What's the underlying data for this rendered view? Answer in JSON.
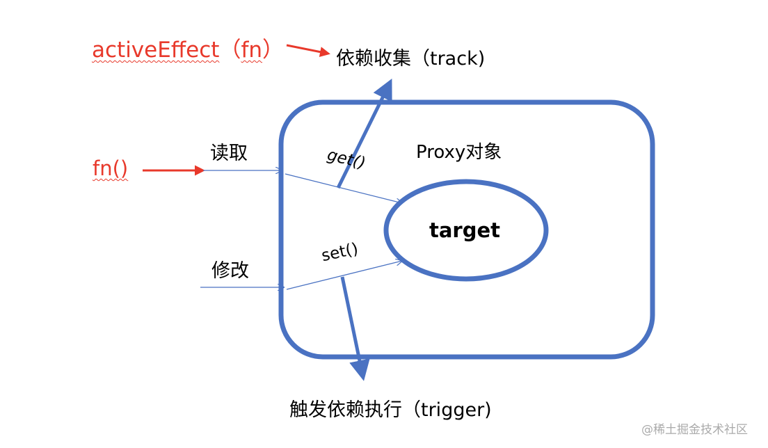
{
  "labels": {
    "active_effect_prefix": "activeEffect",
    "active_effect_open": "（",
    "active_effect_arg": "fn",
    "active_effect_close": "）",
    "track": "依赖收集（track)",
    "fn_call": "fn()",
    "read": "读取",
    "modify": "修改",
    "get": "get()",
    "set": "set()",
    "proxy": "Proxy对象",
    "target": "target",
    "trigger": "触发依赖执行（trigger)",
    "watermark": "@稀土掘金技术社区"
  },
  "colors": {
    "blue": "#4a72c2",
    "red": "#e8392b"
  }
}
